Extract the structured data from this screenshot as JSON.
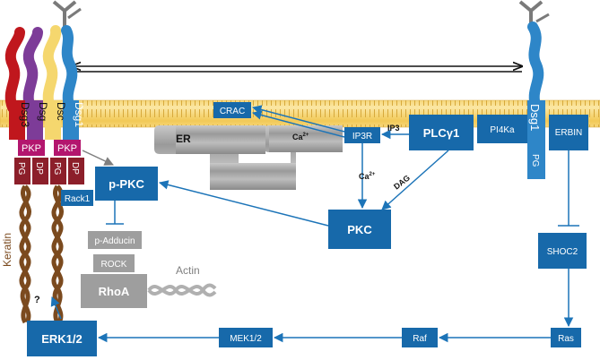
{
  "desmosome_left": {
    "cadherins": [
      "Dsg3",
      "Dsg",
      "Dsc",
      "Dsg1"
    ],
    "plaque_row1": [
      "PKP",
      "PKP"
    ],
    "plaque_row2": [
      "PG",
      "DP",
      "PG",
      "DP"
    ],
    "rack1": "Rack1",
    "keratin": "Keratin"
  },
  "desmosome_right": {
    "dsg1": "Dsg1",
    "pg": "PG"
  },
  "membrane": {
    "er": "ER",
    "crac": "CRAC",
    "ip3r": "IP3R",
    "calcium": "Ca",
    "calcium_sup": "2+"
  },
  "signaling": {
    "plcg1": "PLCγ1",
    "pi4ka": "PI4Ka",
    "erbin": "ERBIN",
    "ip3_label": "IP3",
    "dag_label": "DAG",
    "ca_label": "Ca",
    "ca_sup": "2+",
    "pkc": "PKC",
    "ppkc": "p-PKC",
    "shoc2": "SHOC2",
    "ras": "Ras",
    "raf": "Raf",
    "mek": "MEK1/2",
    "erk": "ERK1/2",
    "question": "?"
  },
  "cytoskeleton": {
    "p_adducin": "p-Adducin",
    "rock": "ROCK",
    "rhoa": "RhoA",
    "actin": "Actin"
  },
  "colors": {
    "blue_box": "#1769aa",
    "blue_line": "#1c74b8",
    "membrane": "#f4d070",
    "er": "#a6a6a6",
    "dsg3": "#c0171d",
    "dsg_purple": "#7d3c98",
    "dsc_yellow": "#f5d76e",
    "dsg1_blue": "#2e86c8",
    "keratin": "#7b4a1e",
    "gray_box": "#9e9e9e"
  }
}
